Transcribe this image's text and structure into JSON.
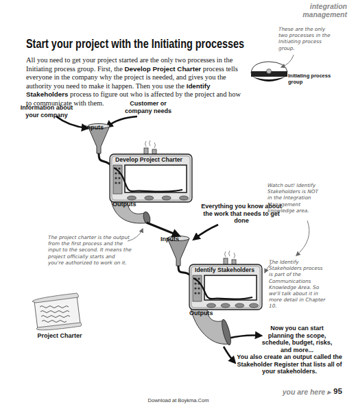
{
  "diagram": {
    "title": "Start your project with the Initiating processes",
    "nodes": [
      {
        "text": [
          "Inputs",
          "Develop Project Charter",
          "Outputs"
        ]
      },
      {
        "text": [
          "Inputs",
          "Identify Stakeholders",
          "Outputs"
        ]
      }
    ],
    "edges": [
      {
        "from": 0,
        "to": 1,
        "arrow": "to"
      }
    ],
    "labels": [
      "integration management",
      "These are the only two processes in the Initiating process group.",
      "Initiating process group",
      "All you need to get your project started are the only two processes in the Initiating process group. First, the",
      "Develop Project Charter",
      "process tells everyone in the company why the project is needed, and gives you the authority you need to make it happen. Then you use the",
      "Identify Stakeholders",
      "process to figure out who is affected by the project and how to communicate with them.",
      "Information about your company",
      "Customer or company needs",
      "Everything you know about the work that needs to get done",
      "Watch out! Identify Stakeholders is NOT in the Integration Management knowledge area.",
      "The project charter is the output from the first process and the input to the second. It means the project officially starts and you're authorized to work on it.",
      "The Identify Stakeholders process is part of the Communications Knowledge Area. So we'll talk about it in more detail in Chapter 10.",
      "Project Charter",
      "Now you can start planning the scope, schedule, budget, risks, and more...",
      "You also create an output called the Stakeholder Register that lists all of your stakeholders.",
      "you are here ▸",
      "95",
      "Download at Boykma.Com"
    ]
  }
}
